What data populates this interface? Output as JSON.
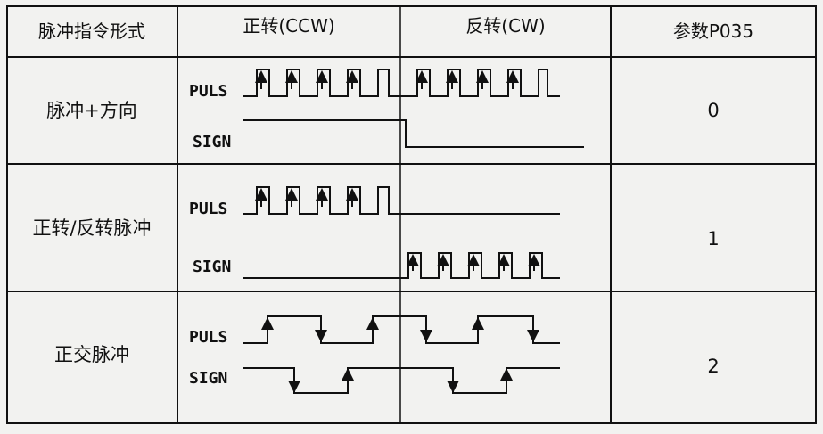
{
  "headers": {
    "form": "脉冲指令形式",
    "ccw": "正转(CCW)",
    "cw": "反转(CW)",
    "param": "参数P035"
  },
  "rows": [
    {
      "label": "脉冲+方向",
      "puls_label": "PULS",
      "sign_label": "SIGN",
      "param_value": "0"
    },
    {
      "label": "正转/反转脉冲",
      "puls_label": "PULS",
      "sign_label": "SIGN",
      "param_value": "1"
    },
    {
      "label": "正交脉冲",
      "puls_label": "PULS",
      "sign_label": "SIGN",
      "param_value": "2"
    }
  ]
}
